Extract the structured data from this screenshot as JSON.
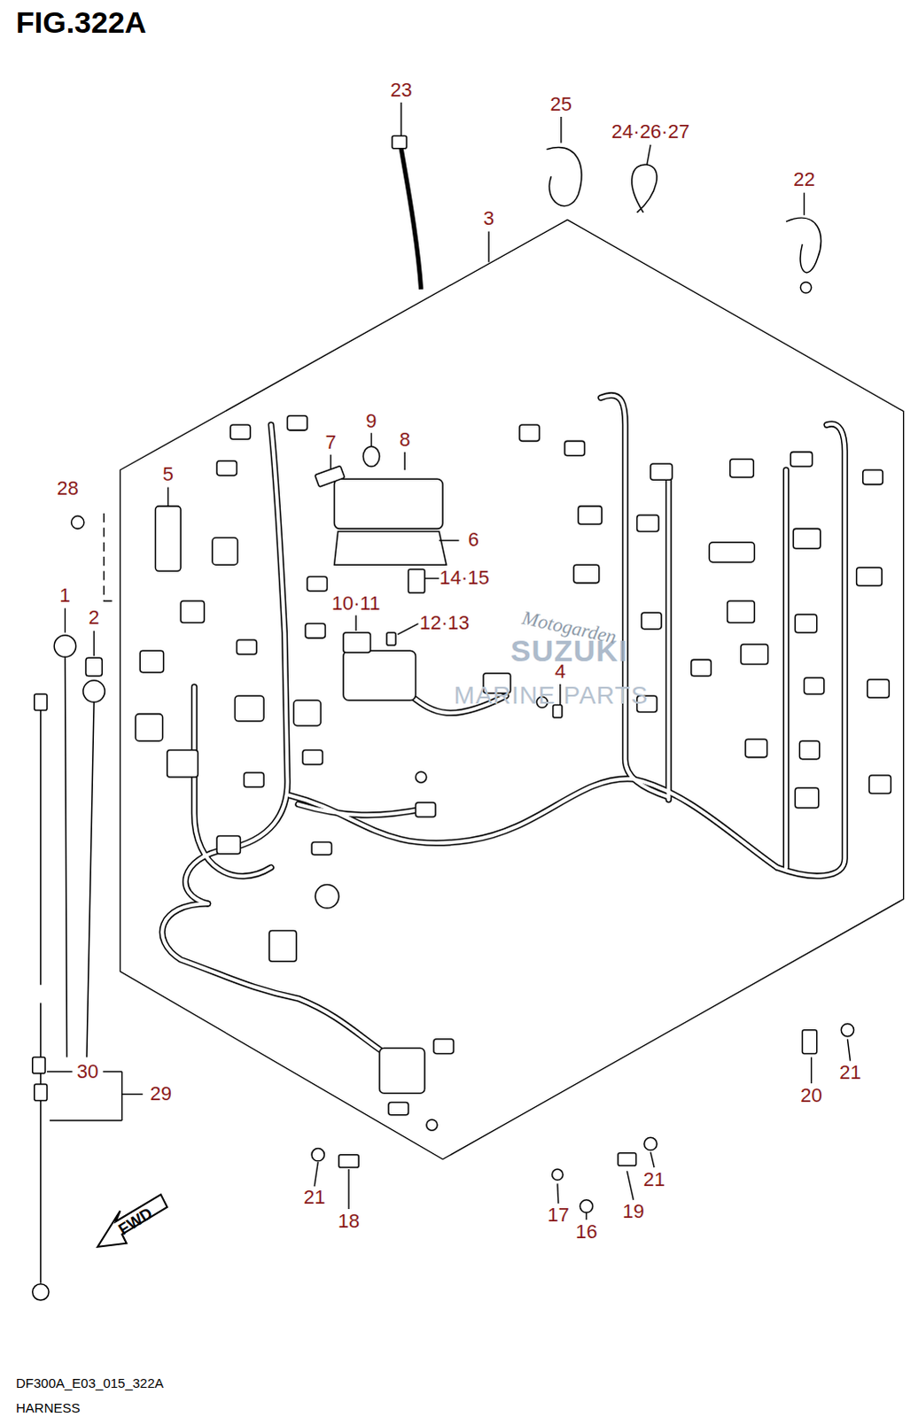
{
  "diagram": {
    "title": "FIG.322A",
    "caption": "HARNESS",
    "labels": [
      "23",
      "25",
      "24·26·27",
      "22",
      "3",
      "28",
      "5",
      "7",
      "9",
      "8",
      "6",
      "14·15",
      "10·11",
      "12·13",
      "4",
      "1",
      "2",
      "30",
      "29",
      "21",
      "18",
      "17",
      "16",
      "19",
      "21",
      "20",
      "21",
      "FWD",
      "DF300A_E03_015_322A",
      "SUZUKI",
      "MARINE PARTS",
      "Motogarden"
    ]
  }
}
